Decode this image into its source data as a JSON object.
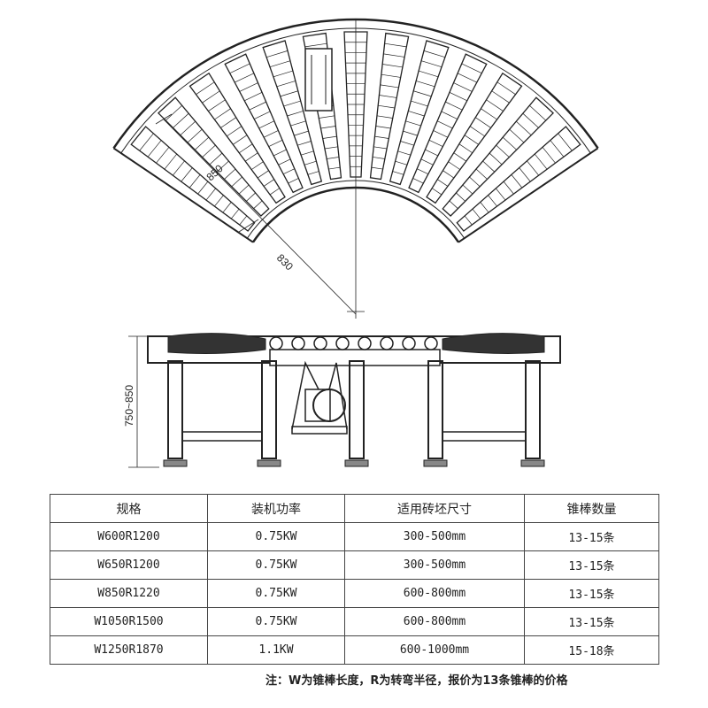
{
  "dimensions": {
    "outer_width": "850",
    "inner_radius": "830",
    "height": "750~850"
  },
  "table": {
    "headers": [
      "规格",
      "装机功率",
      "适用砖坯尺寸",
      "锥棒数量"
    ],
    "rows": [
      [
        "W600R1200",
        "0.75KW",
        "300-500mm",
        "13-15条"
      ],
      [
        "W650R1200",
        "0.75KW",
        "300-500mm",
        "13-15条"
      ],
      [
        "W850R1220",
        "0.75KW",
        "600-800mm",
        "13-15条"
      ],
      [
        "W1050R1500",
        "0.75KW",
        "600-800mm",
        "13-15条"
      ],
      [
        "W1250R1870",
        "1.1KW",
        "600-1000mm",
        "15-18条"
      ]
    ]
  },
  "note": "注：W为锥棒长度，R为转弯半径，报价为13条锥棒的价格"
}
